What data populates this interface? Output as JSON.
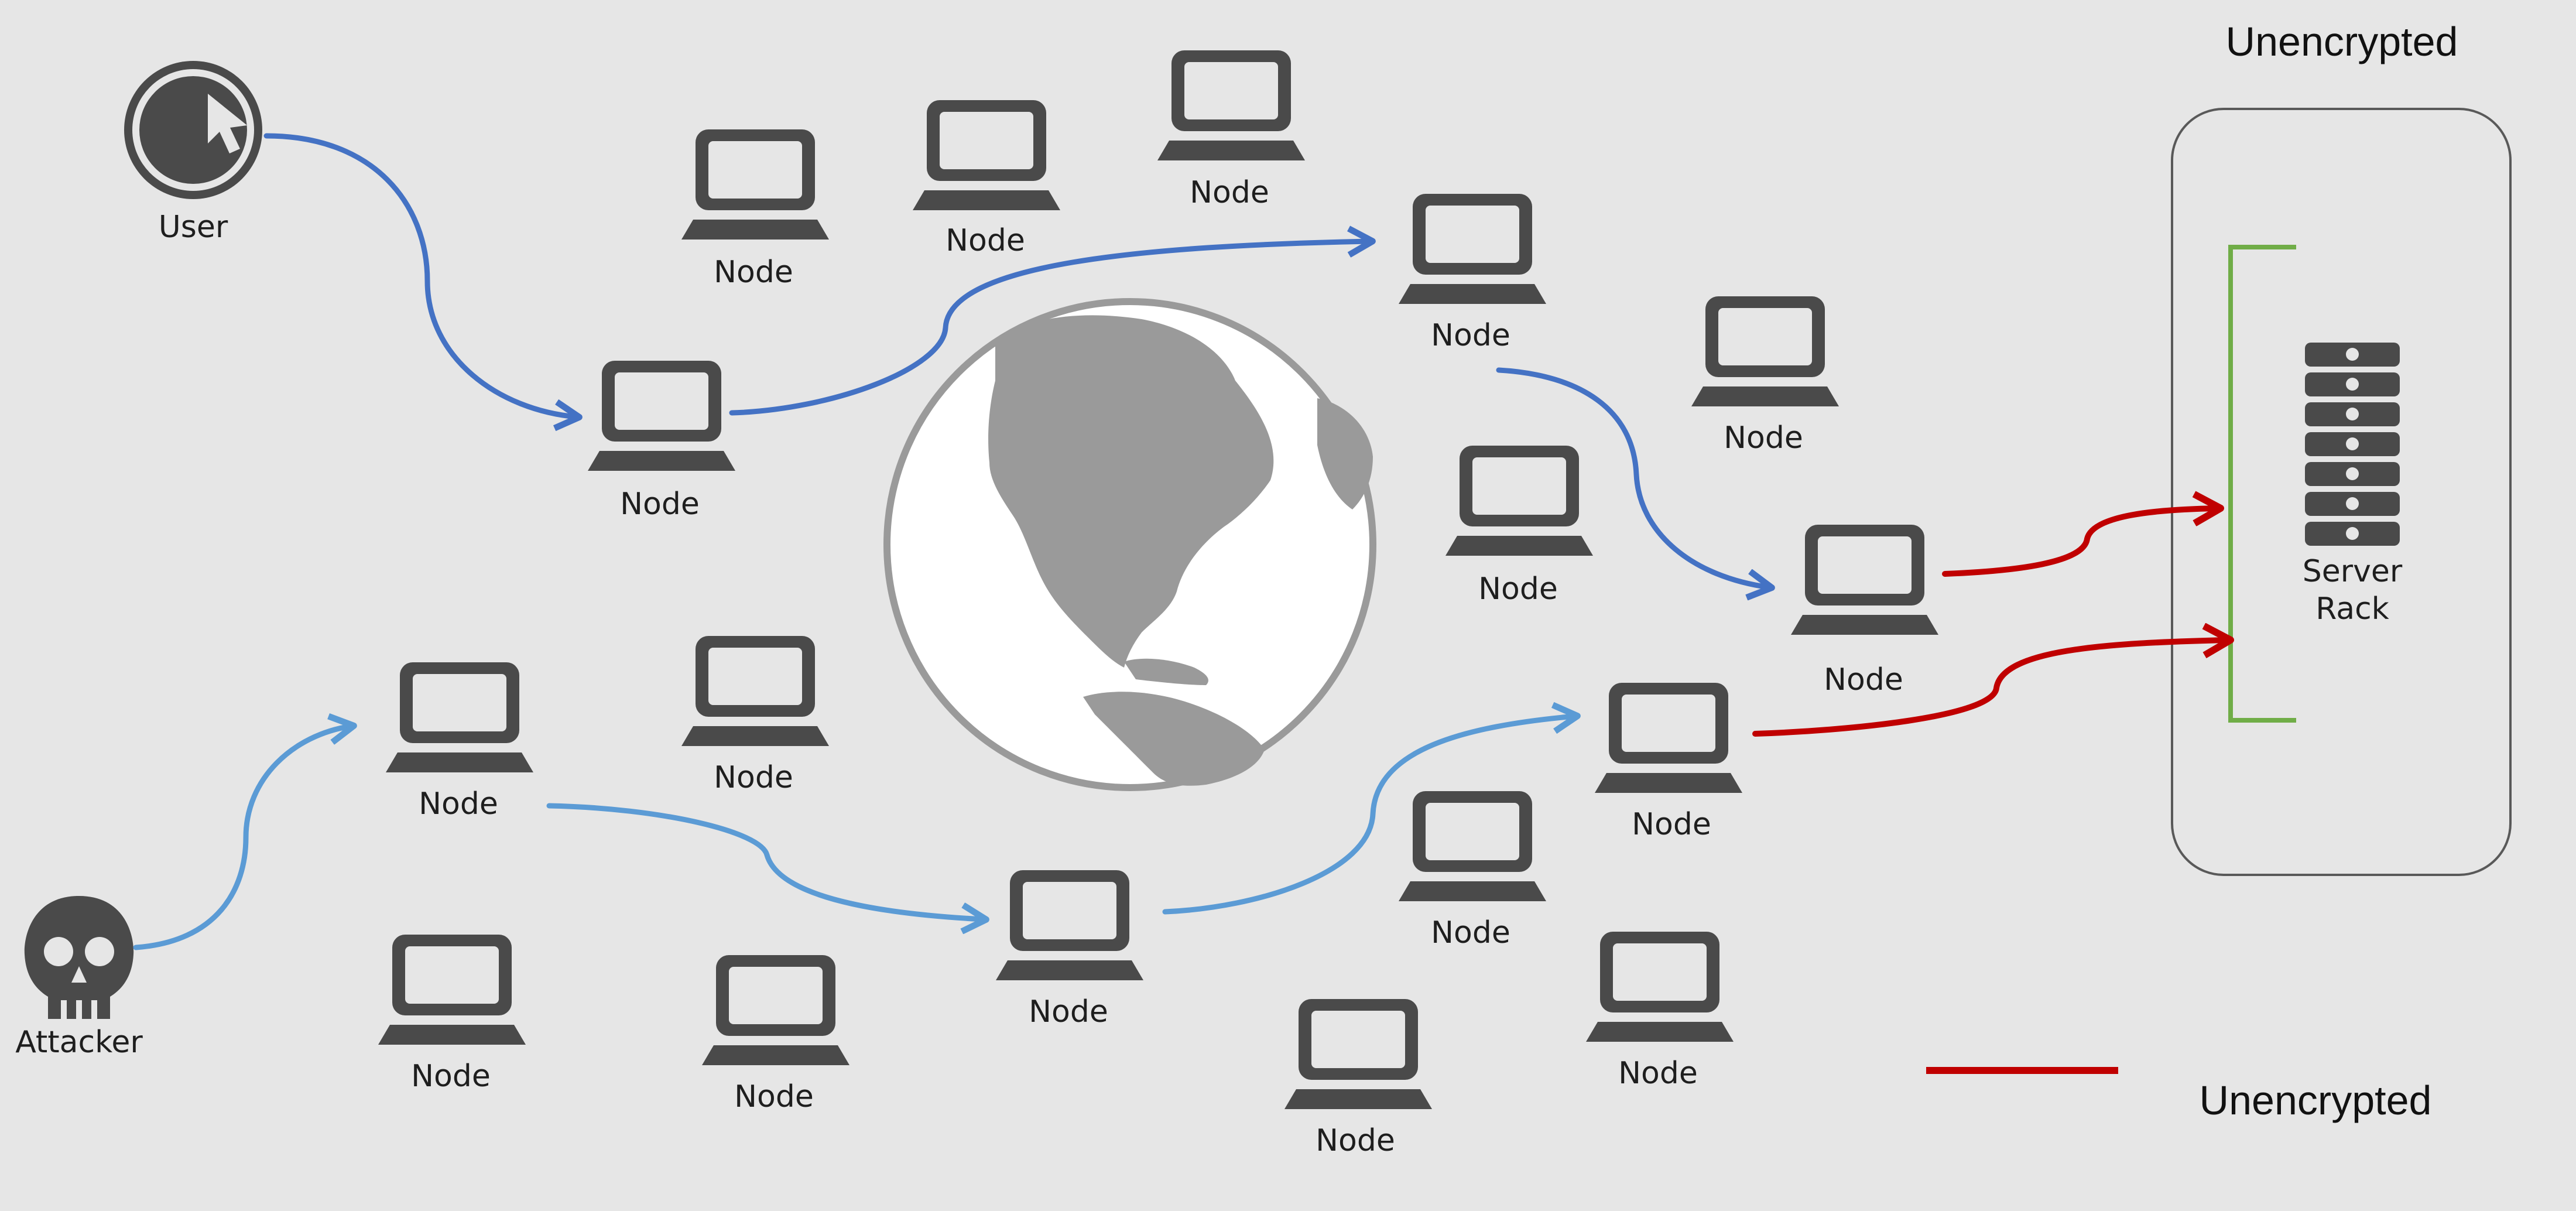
{
  "labels": {
    "user": "User",
    "attacker": "Attacker",
    "node": "Node",
    "server_line1": "Server",
    "server_line2": "Rack",
    "top_heading": "Unencrypted",
    "legend_text": "Unencrypted"
  },
  "colors": {
    "background": "#e6e6e6",
    "icon": "#4a4a4a",
    "user_path": "#4472c4",
    "attacker_path": "#5b9bd5",
    "unencrypted": "#c00000",
    "bracket": "#70ad47",
    "box_border": "#595959",
    "globe_land": "#9a9a9a"
  },
  "icons": {
    "user": "user-cursor-icon",
    "attacker": "skull-icon",
    "node": "laptop-icon",
    "server": "server-rack-icon",
    "globe": "globe-icon"
  }
}
